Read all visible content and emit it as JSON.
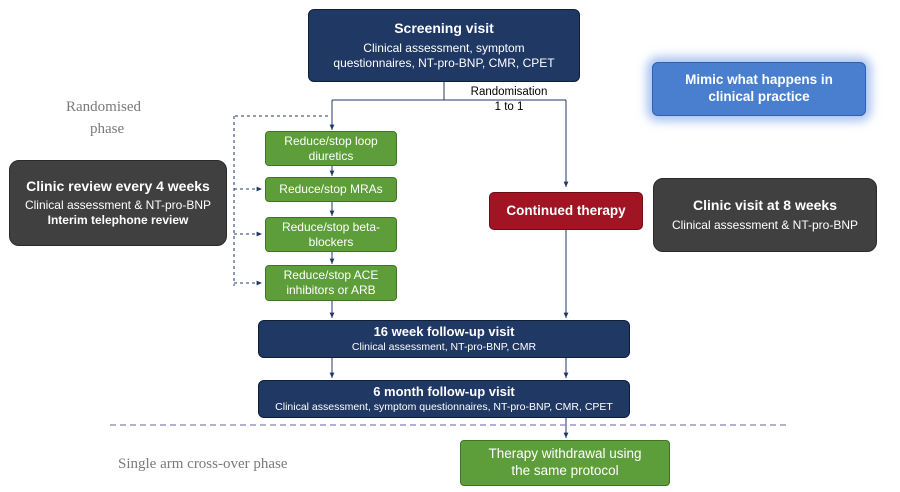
{
  "screening": {
    "title": "Screening visit",
    "line1": "Clinical assessment, symptom",
    "line2": "questionnaires, NT-pro-BNP, CMR, CPET"
  },
  "mimic": {
    "line1": "Mimic what happens in",
    "line2": "clinical practice"
  },
  "randomised_phase": {
    "line1": "Randomised",
    "line2": "phase"
  },
  "randomisation": {
    "line1": "Randomisation",
    "line2": "1 to 1"
  },
  "steps": [
    {
      "line1": "Reduce/stop loop",
      "line2": "diuretics"
    },
    {
      "line1": "Reduce/stop MRAs",
      "line2": ""
    },
    {
      "line1": "Reduce/stop beta-",
      "line2": "blockers"
    },
    {
      "line1": "Reduce/stop ACE",
      "line2": "inhibitors or ARB"
    }
  ],
  "clinic_review": {
    "title": "Clinic review every 4 weeks",
    "line1": "Clinical assessment & NT-pro-BNP",
    "line2": "Interim telephone review"
  },
  "continued_therapy": {
    "label": "Continued therapy"
  },
  "clinic_visit_8": {
    "title": "Clinic visit at 8 weeks",
    "line1": "Clinical assessment & NT-pro-BNP"
  },
  "followup_16": {
    "title": "16 week follow-up visit",
    "line1": "Clinical assessment, NT-pro-BNP, CMR"
  },
  "followup_6m": {
    "title": "6 month follow-up visit",
    "line1": "Clinical assessment, symptom questionnaires, NT-pro-BNP, CMR, CPET"
  },
  "crossover_phase": {
    "label": "Single arm cross-over phase"
  },
  "withdrawal": {
    "line1": "Therapy withdrawal using",
    "line2": "the same protocol"
  },
  "colors": {
    "navy": "#1f3864",
    "green": "#5e9e3a",
    "red": "#a01424",
    "dark_grey": "#404040",
    "blue": "#4a7fd0",
    "divider": "#8b7fb8"
  }
}
